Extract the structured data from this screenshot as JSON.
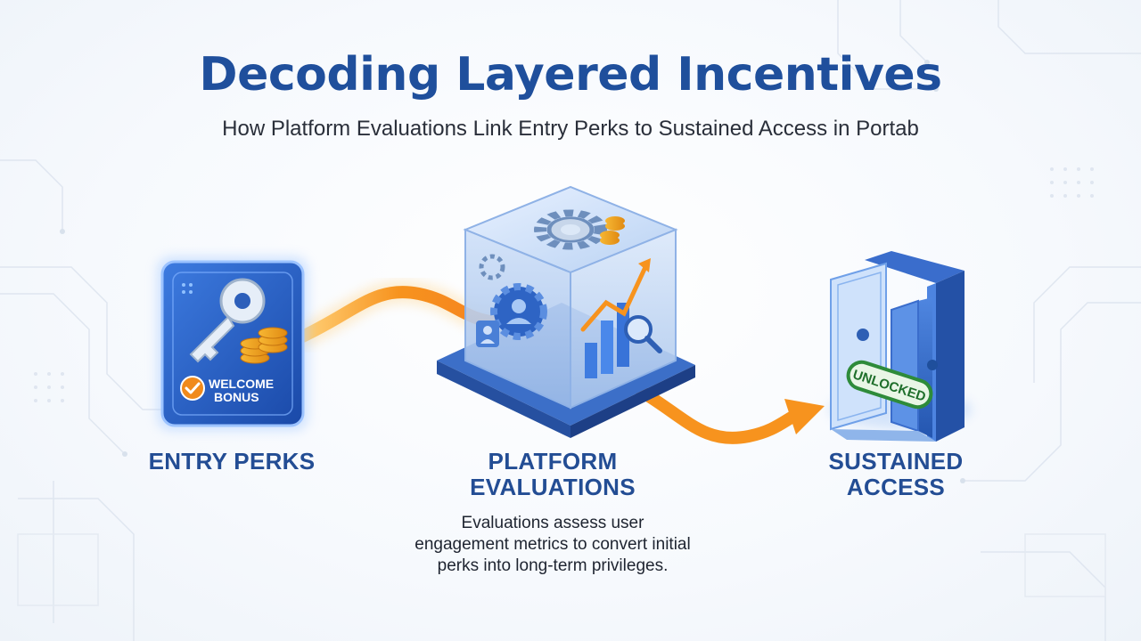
{
  "title": "Decoding Layered Incentives",
  "subtitle": "How Platform Evaluations Link Entry Perks to Sustained Access in Portab",
  "stages": [
    {
      "label_lines": [
        "ENTRY PERKS"
      ],
      "badge_lines": [
        "WELCOME",
        "BONUS"
      ],
      "icon": "key-icon"
    },
    {
      "label_lines": [
        "PLATFORM",
        "EVALUATIONS"
      ],
      "icon": "gear-cube-icon"
    },
    {
      "label_lines": [
        "SUSTAINED",
        "ACCESS"
      ],
      "badge_lines": [
        "UNLOCKED"
      ],
      "icon": "open-door-icon"
    }
  ],
  "description_lines": [
    "Evaluations assess user",
    "engagement metrics to convert initial",
    "perks into long-term privileges."
  ],
  "colors": {
    "title": "#1f4f9c",
    "label": "#234d94",
    "flow_arrow": "#f7931e",
    "check_badge": "#f08a1c",
    "unlocked_badge": "#2e8b3a"
  }
}
